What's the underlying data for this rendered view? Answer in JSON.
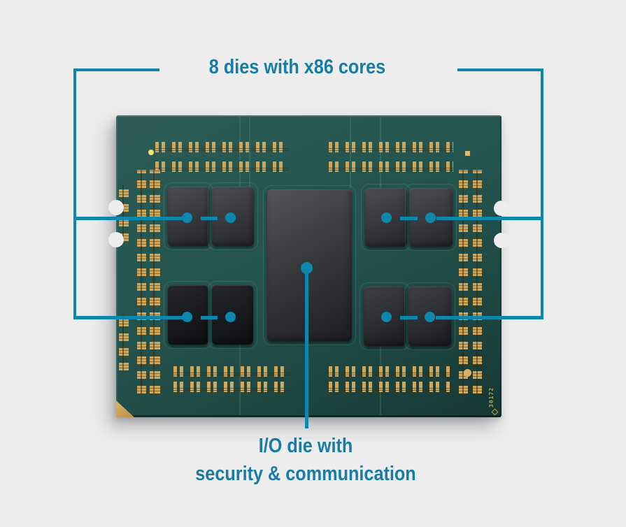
{
  "diagram": {
    "title": "8 dies with x86 cores",
    "io_label": {
      "line1": "I/O die with",
      "line2": "security & communication"
    },
    "chip_marking": "30172",
    "core_dies": 8,
    "io_dies": 1,
    "colors": {
      "accent": "#0E87AD",
      "label": "#187CA4",
      "pcb": "#24504B",
      "gold": "#C9A35A",
      "bg": "#EDEDEE"
    }
  }
}
